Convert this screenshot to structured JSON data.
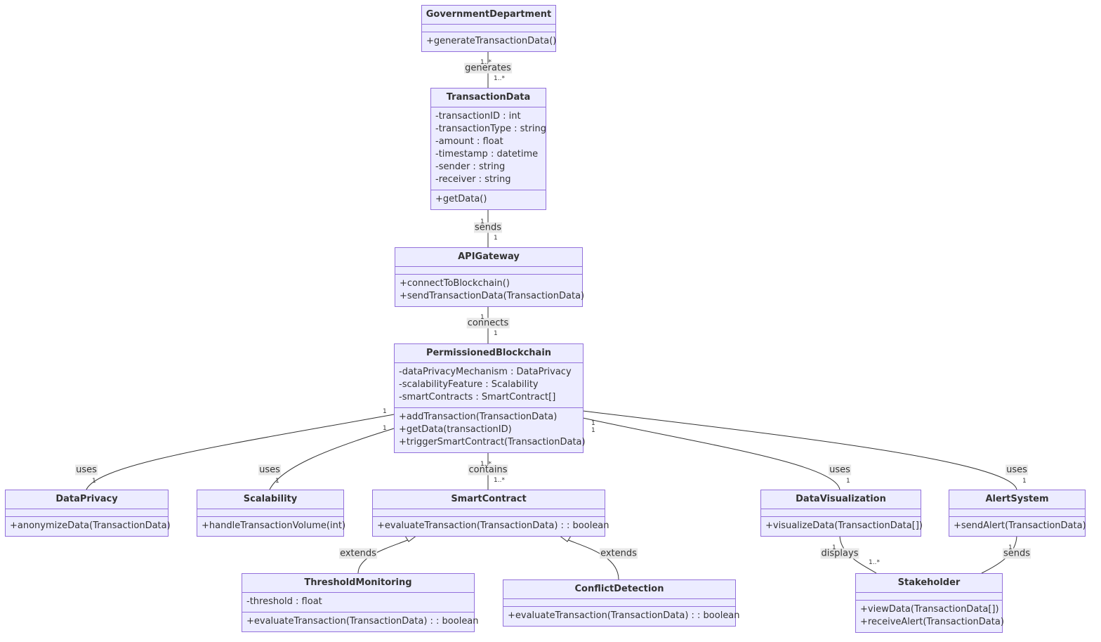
{
  "classes": {
    "government": {
      "name": "GovernmentDepartment",
      "attributes": [],
      "methods": [
        "+generateTransactionData()"
      ]
    },
    "transaction": {
      "name": "TransactionData",
      "attributes": [
        "-transactionID : int",
        "-transactionType : string",
        "-amount : float",
        "-timestamp : datetime",
        "-sender : string",
        "-receiver : string"
      ],
      "methods": [
        "+getData()"
      ]
    },
    "gateway": {
      "name": "APIGateway",
      "attributes": [],
      "methods": [
        "+connectToBlockchain()",
        "+sendTransactionData(TransactionData)"
      ]
    },
    "blockchain": {
      "name": "PermissionedBlockchain",
      "attributes": [
        "-dataPrivacyMechanism : DataPrivacy",
        "-scalabilityFeature : Scalability",
        "-smartContracts : SmartContract[]"
      ],
      "methods": [
        "+addTransaction(TransactionData)",
        "+getData(transactionID)",
        "+triggerSmartContract(TransactionData)"
      ]
    },
    "privacy": {
      "name": "DataPrivacy",
      "attributes": [],
      "methods": [
        "+anonymizeData(TransactionData)"
      ]
    },
    "scalability": {
      "name": "Scalability",
      "attributes": [],
      "methods": [
        "+handleTransactionVolume(int)"
      ]
    },
    "contract": {
      "name": "SmartContract",
      "attributes": [],
      "methods": [
        "+evaluateTransaction(TransactionData) : : boolean"
      ]
    },
    "visualization": {
      "name": "DataVisualization",
      "attributes": [],
      "methods": [
        "+visualizeData(TransactionData[])"
      ]
    },
    "alert": {
      "name": "AlertSystem",
      "attributes": [],
      "methods": [
        "+sendAlert(TransactionData)"
      ]
    },
    "threshold": {
      "name": "ThresholdMonitoring",
      "attributes": [
        "-threshold : float"
      ],
      "methods": [
        "+evaluateTransaction(TransactionData) : : boolean"
      ]
    },
    "conflict": {
      "name": "ConflictDetection",
      "attributes": [],
      "methods": [
        "+evaluateTransaction(TransactionData) : : boolean"
      ]
    },
    "stakeholder": {
      "name": "Stakeholder",
      "attributes": [],
      "methods": [
        "+viewData(TransactionData[])",
        "+receiveAlert(TransactionData)"
      ]
    }
  },
  "relations": [
    {
      "id": "gen",
      "label": "generates",
      "from_card": "1..*",
      "to_card": "1..*"
    },
    {
      "id": "sends1",
      "label": "sends",
      "from_card": "1",
      "to_card": "1"
    },
    {
      "id": "conn",
      "label": "connects",
      "from_card": "1",
      "to_card": "1"
    },
    {
      "id": "usesPriv",
      "label": "uses",
      "from_card": "1",
      "to_card": "1"
    },
    {
      "id": "usesScal",
      "label": "uses",
      "from_card": "1",
      "to_card": "1"
    },
    {
      "id": "contains",
      "label": "contains",
      "from_card": "1..*",
      "to_card": "1..*"
    },
    {
      "id": "usesVis",
      "label": "uses",
      "from_card": "1",
      "to_card": "1"
    },
    {
      "id": "usesAlert",
      "label": "uses",
      "from_card": "1",
      "to_card": "1"
    },
    {
      "id": "extThr",
      "label": "extends"
    },
    {
      "id": "extConf",
      "label": "extends"
    },
    {
      "id": "displays",
      "label": "displays",
      "from_card": "1",
      "to_card": "1..*"
    },
    {
      "id": "sends2",
      "label": "sends",
      "from_card": "1"
    }
  ],
  "colors": {
    "fill": "#ececff",
    "stroke": "#9370db",
    "line": "#333333",
    "label_bg": "#e8e8e8"
  }
}
